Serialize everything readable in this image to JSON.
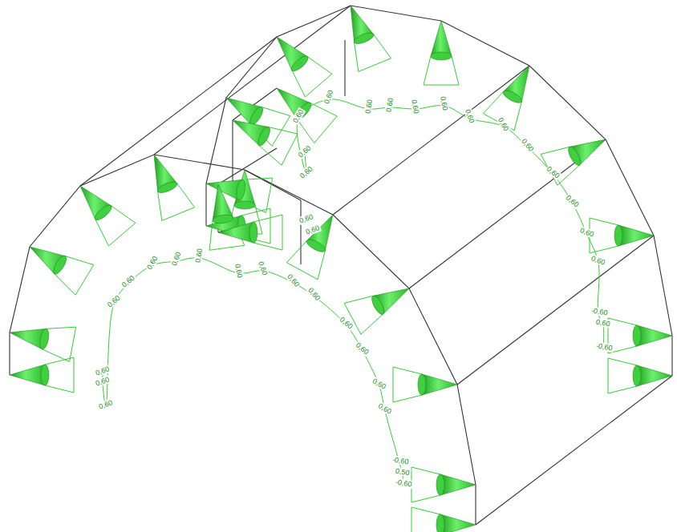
{
  "diagram": {
    "labels": [
      "0,60",
      "0,60",
      "0,60",
      "0,60",
      "0,60",
      "0,60",
      "0,60",
      "0,60",
      "0,60",
      "0,60",
      "0,60",
      "0,60",
      "0,60",
      "0,60",
      "0,60",
      "0,60",
      "-0,60",
      "0,50",
      "-0,60",
      "0,60",
      "0,60",
      "0,60",
      "0,60",
      "0,60",
      "0,60",
      "0,60",
      "0,60",
      "0,60",
      "0,60",
      "0,60",
      "0,60",
      "0,60",
      "0,60",
      "0,60",
      "0,60",
      "0,60",
      "-0,60",
      "0,60",
      "-0,60"
    ]
  }
}
